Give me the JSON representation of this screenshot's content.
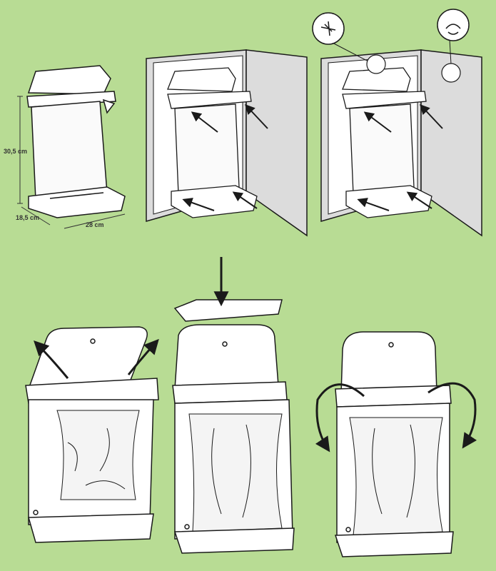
{
  "background_color": "#b8dc94",
  "line_color": "#1a1a1a",
  "wall_color": "#dcdcdc",
  "dimensions": {
    "height": "30,5 cm",
    "depth": "18,5 cm",
    "width": "28 cm"
  },
  "icons": [
    "screw-detail-icon",
    "clip-detail-icon",
    "arrow-icon"
  ]
}
